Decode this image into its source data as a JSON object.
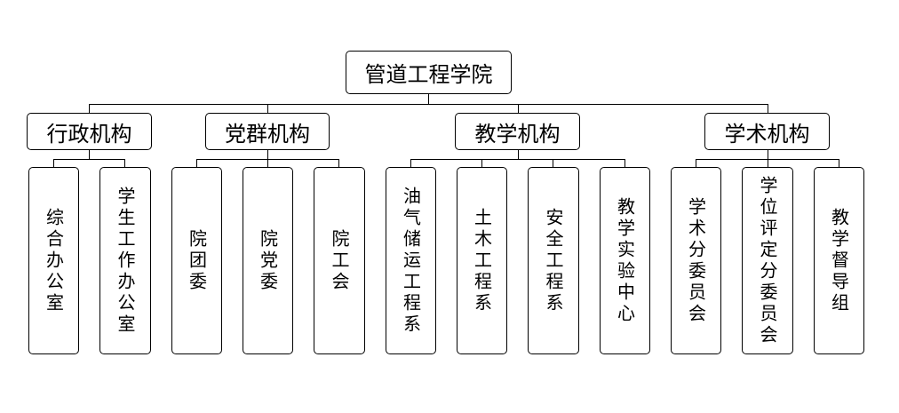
{
  "root": {
    "label": "管道工程学院"
  },
  "departments": [
    {
      "label": "行政机构",
      "units": [
        "综合办公室",
        "学生工作办公室"
      ]
    },
    {
      "label": "党群机构",
      "units": [
        "院团委",
        "院党委",
        "院工会"
      ]
    },
    {
      "label": "教学机构",
      "units": [
        "油气储运工程系",
        "土木工程系",
        "安全工程系",
        "教学实验中心"
      ]
    },
    {
      "label": "学术机构",
      "units": [
        "学术分委员会",
        "学位评定分委员会",
        "教学督导组"
      ]
    }
  ]
}
